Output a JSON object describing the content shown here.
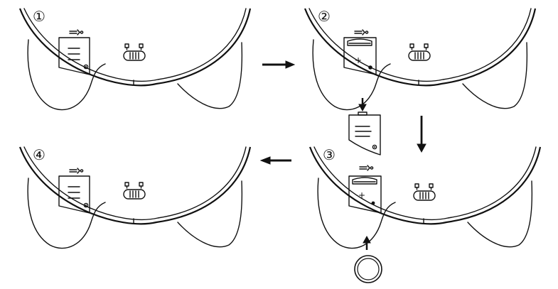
{
  "steps": [
    {
      "number": "①",
      "state": "cover-closed"
    },
    {
      "number": "②",
      "state": "cover-removed-battery-visible"
    },
    {
      "number": "③",
      "state": "battery-inserted"
    },
    {
      "number": "④",
      "state": "cover-closed"
    }
  ],
  "flow_arrows": [
    {
      "from": "①",
      "to": "②",
      "direction": "right"
    },
    {
      "from": "②",
      "to": "③",
      "direction": "down"
    },
    {
      "from": "③",
      "to": "④",
      "direction": "left"
    }
  ],
  "cover_arrow_direction": "down",
  "battery_arrow_direction": "up",
  "battery_polarity": "+"
}
